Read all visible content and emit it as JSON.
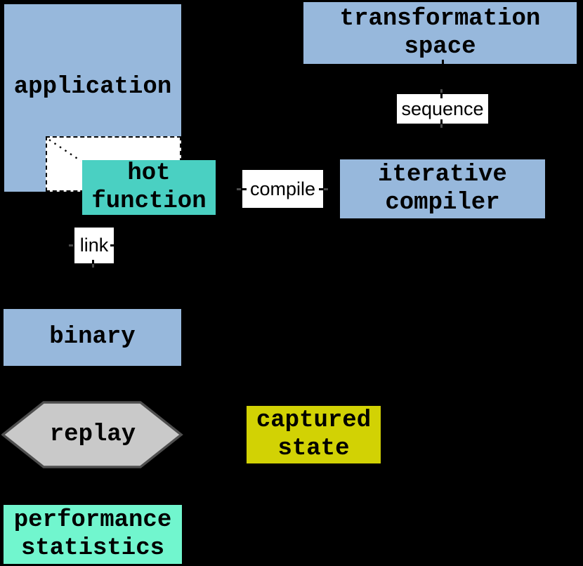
{
  "figure": {
    "background_color": "#000000",
    "nodes": {
      "application": "application",
      "transformation_space": "transformation\nspace",
      "hot_function": "hot\nfunction",
      "iterative_compiler": "iterative\ncompiler",
      "binary": "binary",
      "replay": "replay",
      "captured_state": "captured\nstate",
      "performance_statistics": "performance\nstatistics"
    },
    "edge_labels": {
      "sequence": "sequence",
      "compile": "compile",
      "link": "link"
    },
    "colors": {
      "process_blue": "#97b8dc",
      "hot_function_teal": "#4ad0c2",
      "performance_mint": "#71f6ce",
      "captured_state_yellow": "#d2d204",
      "replay_hexagon_fill": "#c9c9c9",
      "replay_hexagon_border": "#4f4f4f",
      "label_background": "#ffffff",
      "text": "#000000"
    }
  }
}
